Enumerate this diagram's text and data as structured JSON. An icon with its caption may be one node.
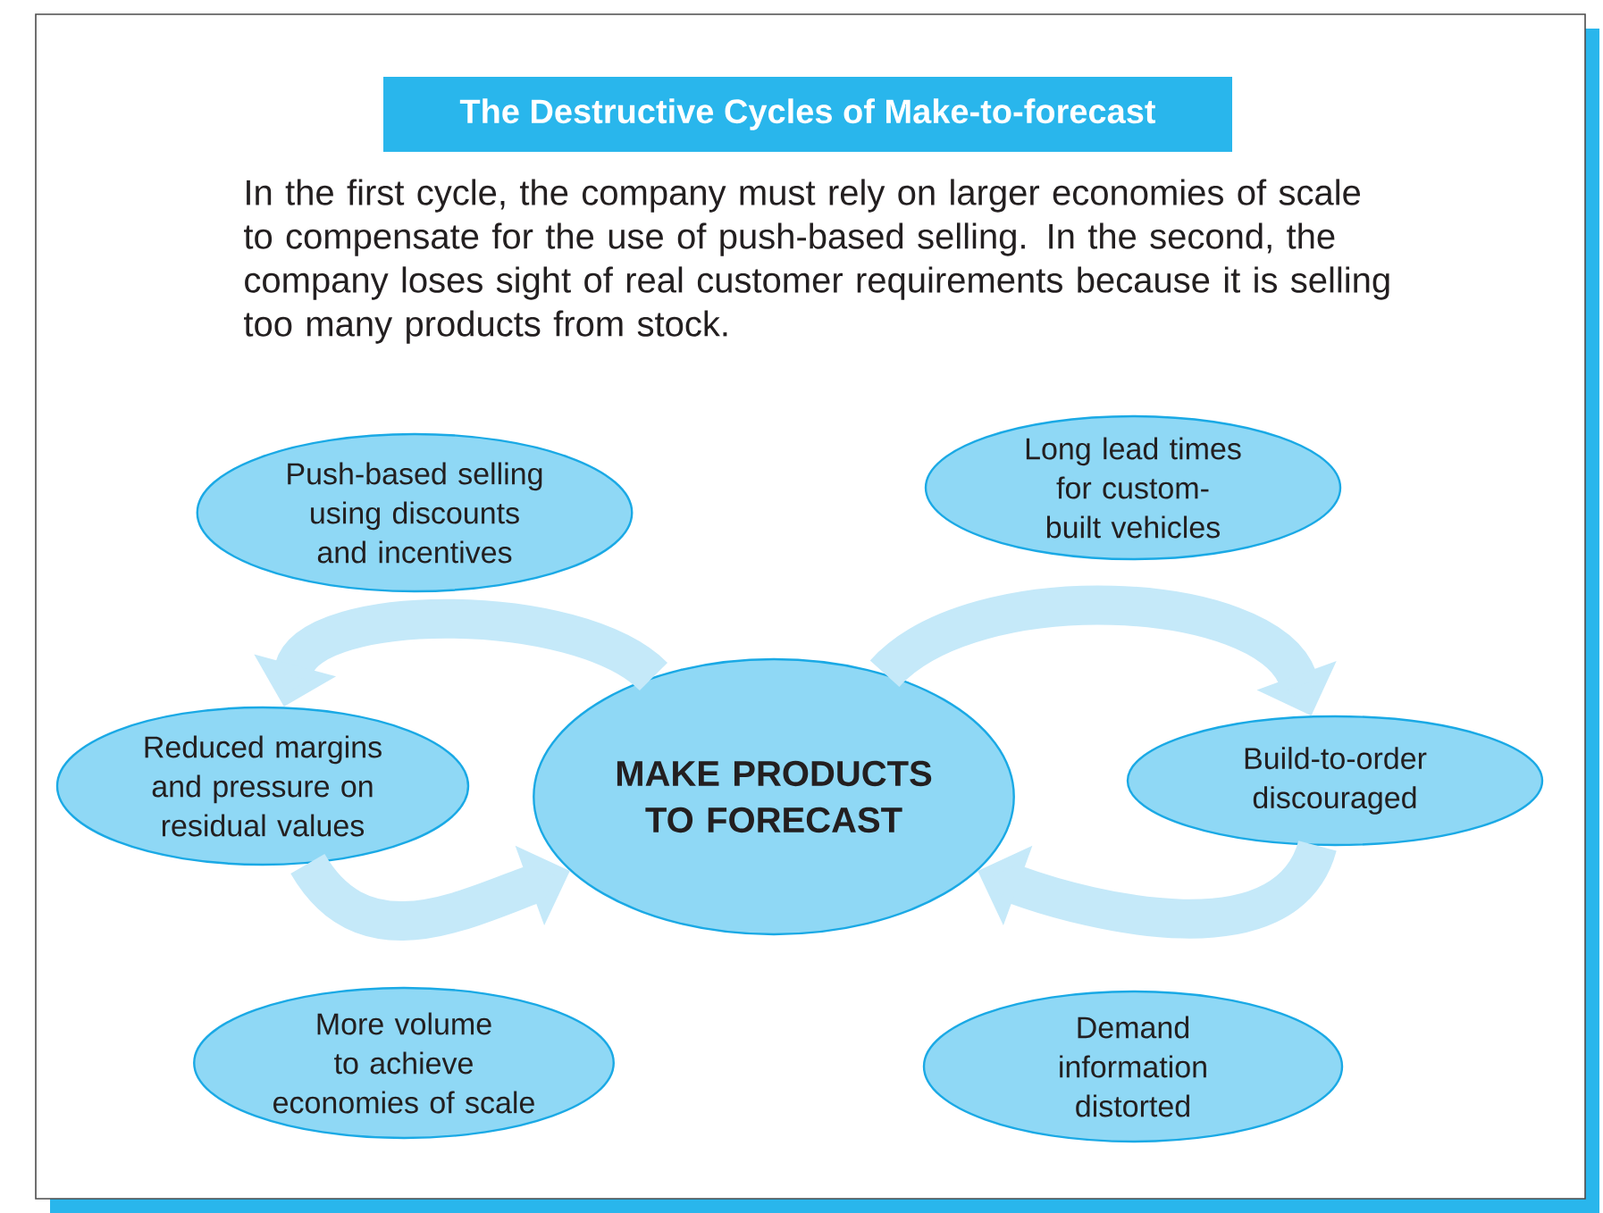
{
  "diagram": {
    "title": "The Destructive Cycles of Make-to-forecast",
    "nodes": [
      {
        "text": [
          "Push-based selling using discounts and incentives"
        ]
      },
      {
        "text": [
          "Long lead times for custom-built vehicles"
        ]
      },
      {
        "text": [
          "Reduced margins and pressure on residual values"
        ]
      },
      {
        "text": [
          "MAKE PRODUCTS TO FORECAST"
        ]
      },
      {
        "text": [
          "Build-to-order discouraged"
        ]
      },
      {
        "text": [
          "More volume to achieve economies of scale"
        ]
      },
      {
        "text": [
          "Demand information distorted"
        ]
      }
    ],
    "edges": [
      {
        "from": 3,
        "to": 2,
        "arrow": "to"
      },
      {
        "from": 2,
        "to": 3,
        "arrow": "to"
      },
      {
        "from": 3,
        "to": 4,
        "arrow": "to"
      },
      {
        "from": 4,
        "to": 3,
        "arrow": "to"
      }
    ],
    "labels": [
      "In the first cycle, the company must rely on larger economies of scale to compensate for the use of push-based selling. In the second, the company loses sight of real customer requirements because it is selling too many products from stock."
    ]
  }
}
